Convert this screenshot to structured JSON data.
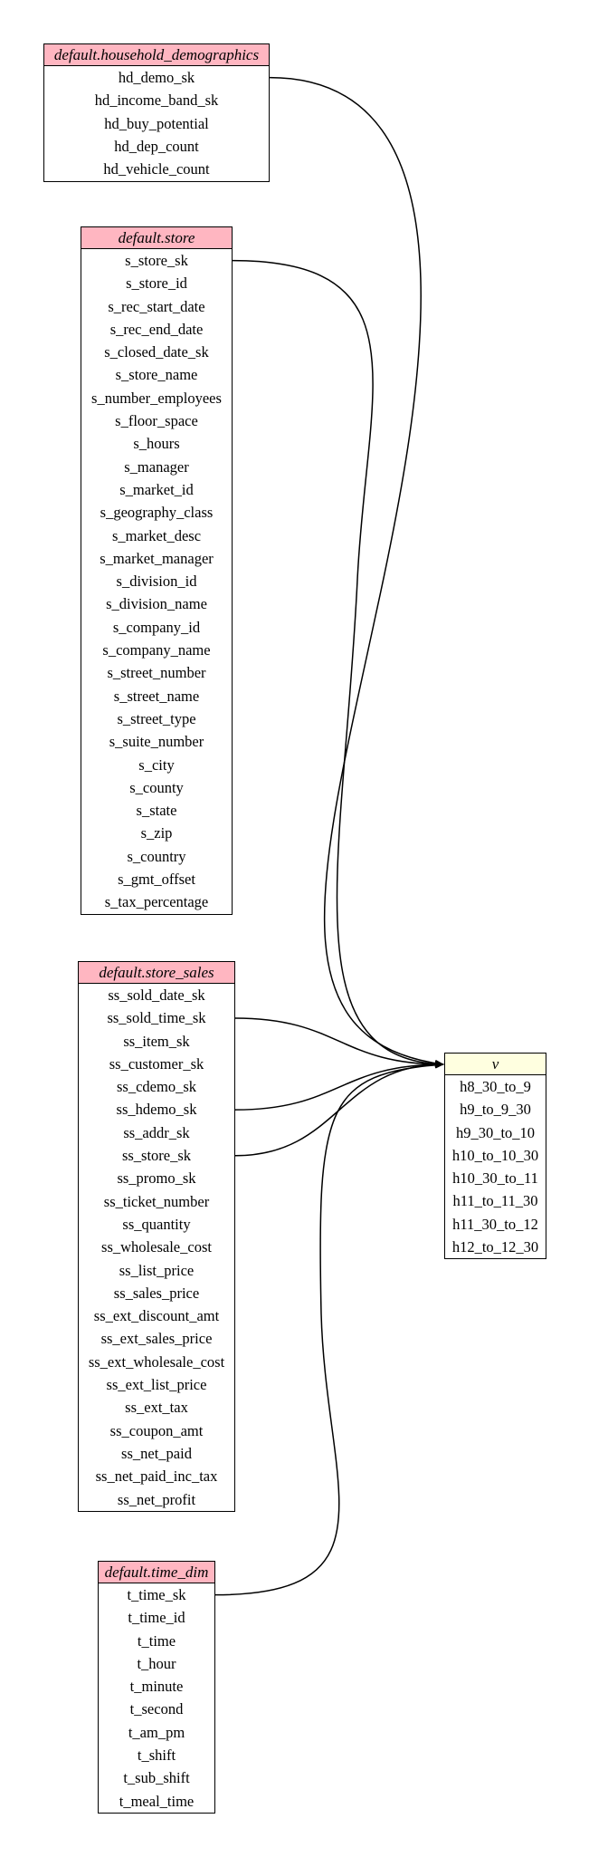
{
  "colors": {
    "source_header": "#ffb6c1",
    "target_header": "#ffffe0",
    "edge": "#000000"
  },
  "tables": [
    {
      "id": "household_demographics",
      "role": "source",
      "title": "default.household_demographics",
      "columns": [
        "hd_demo_sk",
        "hd_income_band_sk",
        "hd_buy_potential",
        "hd_dep_count",
        "hd_vehicle_count"
      ]
    },
    {
      "id": "store",
      "role": "source",
      "title": "default.store",
      "columns": [
        "s_store_sk",
        "s_store_id",
        "s_rec_start_date",
        "s_rec_end_date",
        "s_closed_date_sk",
        "s_store_name",
        "s_number_employees",
        "s_floor_space",
        "s_hours",
        "s_manager",
        "s_market_id",
        "s_geography_class",
        "s_market_desc",
        "s_market_manager",
        "s_division_id",
        "s_division_name",
        "s_company_id",
        "s_company_name",
        "s_street_number",
        "s_street_name",
        "s_street_type",
        "s_suite_number",
        "s_city",
        "s_county",
        "s_state",
        "s_zip",
        "s_country",
        "s_gmt_offset",
        "s_tax_percentage"
      ]
    },
    {
      "id": "store_sales",
      "role": "source",
      "title": "default.store_sales",
      "columns": [
        "ss_sold_date_sk",
        "ss_sold_time_sk",
        "ss_item_sk",
        "ss_customer_sk",
        "ss_cdemo_sk",
        "ss_hdemo_sk",
        "ss_addr_sk",
        "ss_store_sk",
        "ss_promo_sk",
        "ss_ticket_number",
        "ss_quantity",
        "ss_wholesale_cost",
        "ss_list_price",
        "ss_sales_price",
        "ss_ext_discount_amt",
        "ss_ext_sales_price",
        "ss_ext_wholesale_cost",
        "ss_ext_list_price",
        "ss_ext_tax",
        "ss_coupon_amt",
        "ss_net_paid",
        "ss_net_paid_inc_tax",
        "ss_net_profit"
      ]
    },
    {
      "id": "time_dim",
      "role": "source",
      "title": "default.time_dim",
      "columns": [
        "t_time_sk",
        "t_time_id",
        "t_time",
        "t_hour",
        "t_minute",
        "t_second",
        "t_am_pm",
        "t_shift",
        "t_sub_shift",
        "t_meal_time"
      ]
    },
    {
      "id": "v",
      "role": "target",
      "title": "v",
      "columns": [
        "h8_30_to_9",
        "h9_to_9_30",
        "h9_30_to_10",
        "h10_to_10_30",
        "h10_30_to_11",
        "h11_to_11_30",
        "h11_30_to_12",
        "h12_to_12_30"
      ]
    }
  ],
  "edges": [
    {
      "from_table": "household_demographics",
      "from_column": "hd_demo_sk",
      "to_table": "v"
    },
    {
      "from_table": "store",
      "from_column": "s_store_sk",
      "to_table": "v"
    },
    {
      "from_table": "store_sales",
      "from_column": "ss_sold_time_sk",
      "to_table": "v"
    },
    {
      "from_table": "store_sales",
      "from_column": "ss_hdemo_sk",
      "to_table": "v"
    },
    {
      "from_table": "store_sales",
      "from_column": "ss_store_sk",
      "to_table": "v"
    },
    {
      "from_table": "time_dim",
      "from_column": "t_time_sk",
      "to_table": "v"
    }
  ]
}
